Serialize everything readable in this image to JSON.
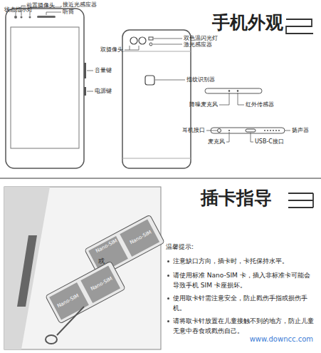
{
  "diagram": {
    "title": "手机外观",
    "labels": [
      "前置摄像头",
      "状态指示灯",
      "接近光感应器",
      "听筒",
      "音量键",
      "电源键",
      "双摄像头",
      "双色温闪光灯",
      "激光感应器",
      "指纹识别器",
      "降噪麦克风",
      "红外传感器",
      "耳机接口",
      "扬声器",
      "麦克风",
      "USB-C接口",
      "插卡指导",
      "Nano-SIM",
      "Nano-SIM",
      "或",
      "Nano-SIM",
      "Nano-SIM",
      "温馨提示:",
      "注意缺口方向，插卡时，卡托保持水平。",
      "请使用标准 Nano-SIM 卡，插入非标准卡可能会导致手机 SIM 卡座损坏。",
      "使用取卡针需注意安全，防止戳伤手指或损伤手机。",
      "请将取卡针放置在儿童接触不到的地方，防止儿童无意中吞食或戳伤自己。",
      "www.downcc.com"
    ]
  }
}
